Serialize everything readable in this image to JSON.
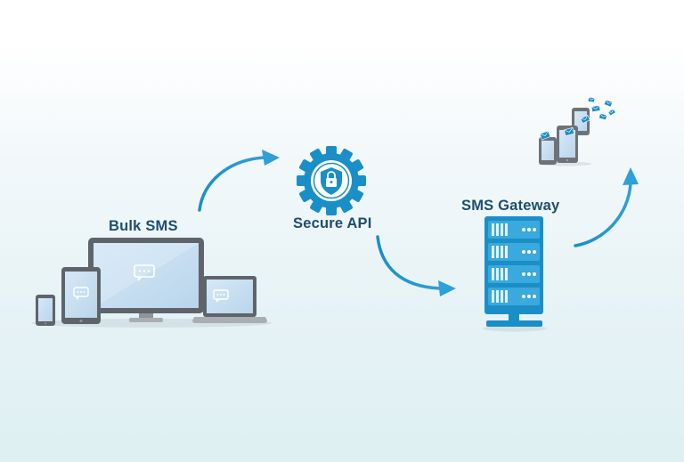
{
  "nodes": {
    "bulk_sms": {
      "label": "Bulk SMS"
    },
    "secure_api": {
      "label": "Secure API"
    },
    "sms_gateway": {
      "label": "SMS Gateway"
    }
  },
  "colors": {
    "accent": "#1a8fc7",
    "accent_light": "#3aa9dd",
    "text": "#1d4e6b",
    "device_frame": "#6d7277",
    "device_screen": "#c9dff1"
  },
  "icons": [
    "devices-icon",
    "gear-shield-lock-icon",
    "server-rack-icon",
    "phones-messages-icon"
  ]
}
